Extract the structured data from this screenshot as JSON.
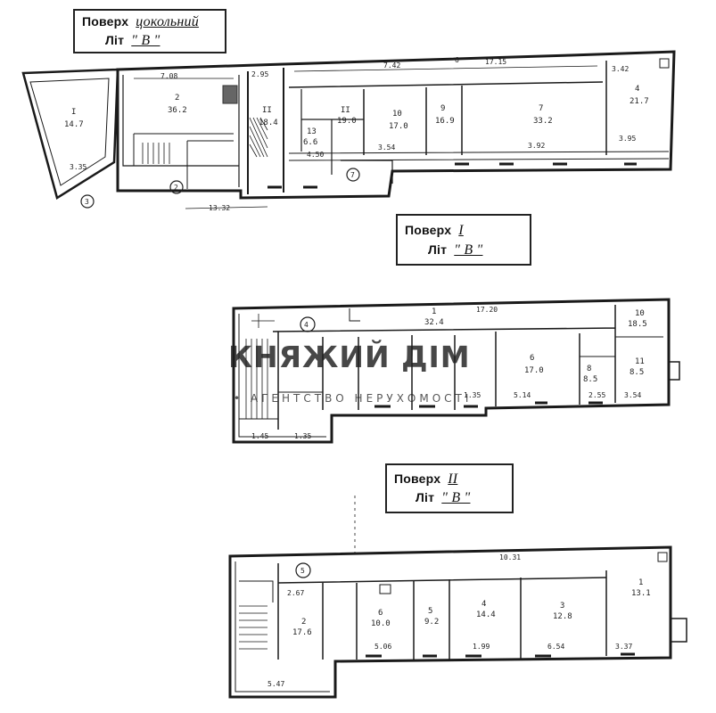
{
  "floors": [
    {
      "caption_label": "Поверх",
      "caption_value": "цокольний",
      "lit_label": "Літ",
      "lit_value": "\" В \"",
      "rooms": [
        {
          "no": "I",
          "area": "14.7"
        },
        {
          "no": "2",
          "area": "36.2"
        },
        {
          "no": "II",
          "area": "18.4"
        },
        {
          "no": "II",
          "area": "19.0"
        },
        {
          "no": "10",
          "area": "17.0"
        },
        {
          "no": "9",
          "area": "16.9"
        },
        {
          "no": "7",
          "area": "33.2"
        },
        {
          "no": "4",
          "area": "21.7"
        },
        {
          "no": "13",
          "area": "6.6"
        }
      ],
      "dims": [
        "7.08",
        "17.15",
        "3.35",
        "3.92",
        "4.50",
        "13.32",
        "3.54",
        "3.95",
        "2.95",
        "3.42",
        "7.42"
      ],
      "markers": [
        "2",
        "3",
        "7",
        "6"
      ]
    },
    {
      "caption_label": "Поверх",
      "caption_value": "I",
      "lit_label": "Літ",
      "lit_value": "\" В \"",
      "rooms": [
        {
          "no": "1",
          "area": "32.4"
        },
        {
          "no": "6",
          "area": "17.0"
        },
        {
          "no": "10",
          "area": "18.5"
        },
        {
          "no": "11",
          "area": "8.5"
        },
        {
          "no": "8",
          "area": "8.5"
        }
      ],
      "dims": [
        "17.20",
        "1.45",
        "1.35",
        "5.14",
        "2.55",
        "3.54",
        "1.35"
      ],
      "markers": [
        "4"
      ]
    },
    {
      "caption_label": "Поверх",
      "caption_value": "II",
      "lit_label": "Літ",
      "lit_value": "\" В \"",
      "rooms": [
        {
          "no": "2",
          "area": "17.6"
        },
        {
          "no": "6",
          "area": "10.0"
        },
        {
          "no": "5",
          "area": "9.2"
        },
        {
          "no": "4",
          "area": "14.4"
        },
        {
          "no": "3",
          "area": "12.8"
        },
        {
          "no": "1",
          "area": "13.1"
        }
      ],
      "dims": [
        "10.31",
        "2.67",
        "5.06",
        "1.99",
        "6.54",
        "5.47",
        "3.37"
      ],
      "markers": [
        "5"
      ]
    }
  ],
  "watermark": {
    "title": "КНЯЖИЙ ДІМ",
    "subtitle": "• АГЕНТСТВО НЕРУХОМОСТІ"
  }
}
